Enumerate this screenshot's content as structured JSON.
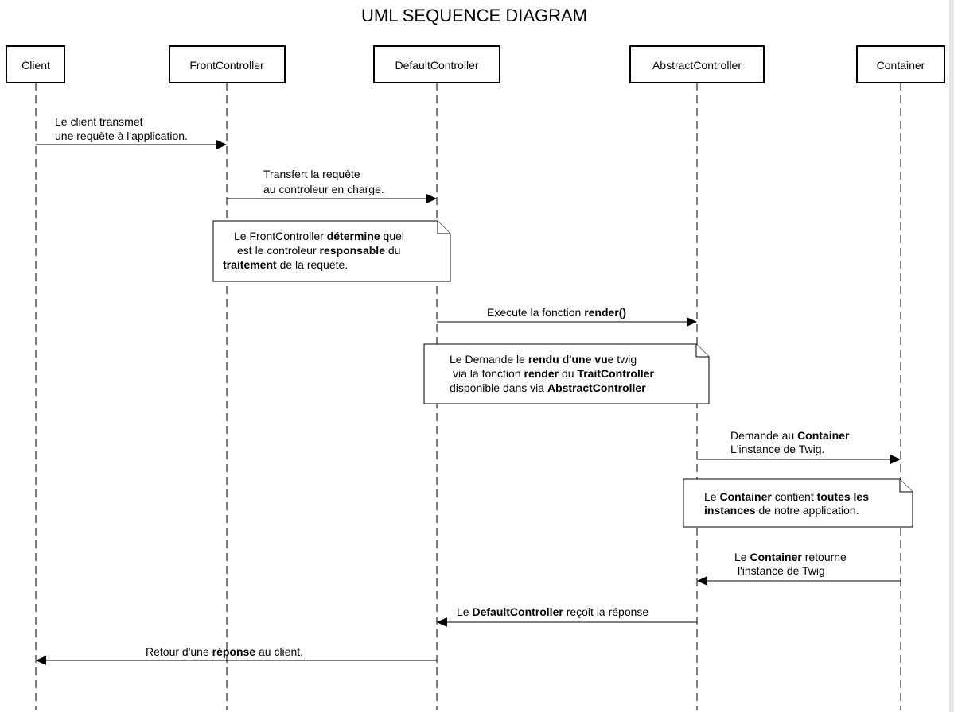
{
  "title": "UML SEQUENCE DIAGRAM",
  "participants": [
    {
      "id": "client",
      "label": "Client"
    },
    {
      "id": "front",
      "label": "FrontController"
    },
    {
      "id": "default",
      "label": "DefaultController"
    },
    {
      "id": "abstract",
      "label": "AbstractController"
    },
    {
      "id": "container",
      "label": "Container"
    }
  ],
  "messages": {
    "m1": {
      "lines": [
        [
          "Le client transmet"
        ],
        [
          "une requète à l'application."
        ]
      ]
    },
    "m2": {
      "lines": [
        [
          "Transfert la requète"
        ],
        [
          "au controleur en charge."
        ]
      ]
    },
    "m3": {
      "lines": [
        [
          "Execute la fonction ",
          "render()"
        ]
      ]
    },
    "m4": {
      "lines": [
        [
          "Demande au ",
          "Container"
        ],
        [
          "L'instance de Twig."
        ]
      ]
    },
    "m5": {
      "lines": [
        [
          "Le ",
          "Container",
          " retourne"
        ],
        [
          "l'instance de Twig"
        ]
      ]
    },
    "m6": {
      "lines": [
        [
          "Le ",
          "DefaultController",
          " reçoit la réponse"
        ]
      ]
    },
    "m7": {
      "lines": [
        [
          "Retour d'une ",
          "réponse",
          " au client."
        ]
      ]
    }
  },
  "notes": {
    "n1": {
      "lines": [
        [
          "Le FrontController ",
          "détermine",
          " quel"
        ],
        [
          "est le controleur ",
          "responsable",
          " du"
        ],
        [
          "",
          "traitement",
          " de la requète."
        ]
      ]
    },
    "n2": {
      "lines": [
        [
          "Le Demande le ",
          "rendu d'une vue",
          " twig"
        ],
        [
          "via la fonction ",
          "render",
          " du ",
          "TraitController"
        ],
        [
          "disponible dans via ",
          "AbstractController"
        ]
      ]
    },
    "n3": {
      "lines": [
        [
          "Le ",
          "Container",
          " contient ",
          "toutes les"
        ],
        [
          "",
          "instances",
          " de notre application."
        ]
      ]
    }
  }
}
